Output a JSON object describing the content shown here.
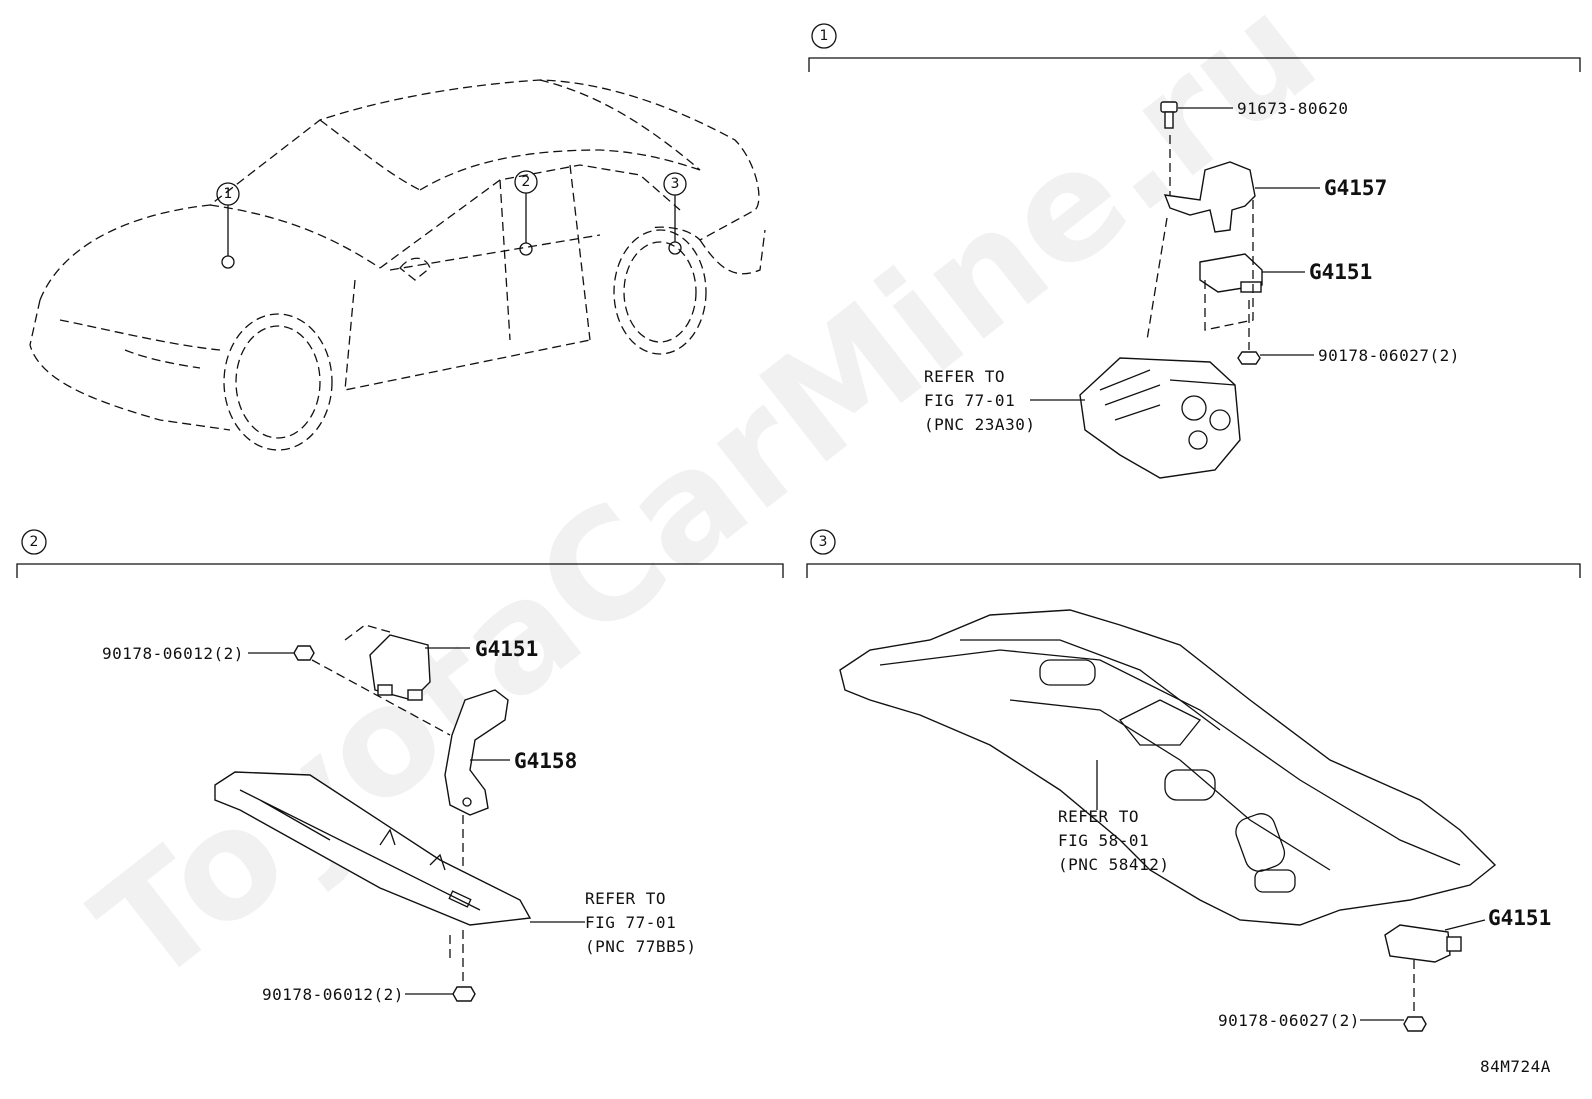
{
  "watermark": "ToyotaCarMine.ru",
  "figure_id": "84M724A",
  "callouts": {
    "c1": "1",
    "c2": "2",
    "c3": "3"
  },
  "panel1": {
    "number": "1",
    "bolt": "91673-80620",
    "code_top": "G4157",
    "code_mid": "G4151",
    "nut": "90178-06027(2)",
    "refer_l1": "REFER TO",
    "refer_l2": "FIG 77-01",
    "refer_l3": "(PNC 23A30)"
  },
  "panel2": {
    "number": "2",
    "nut_top": "90178-06012(2)",
    "code_sensor": "G4151",
    "code_bracket": "G4158",
    "refer_l1": "REFER TO",
    "refer_l2": "FIG 77-01",
    "refer_l3": "(PNC 77BB5)",
    "nut_bottom": "90178-06012(2)"
  },
  "panel3": {
    "number": "3",
    "refer_l1": "REFER TO",
    "refer_l2": "FIG 58-01",
    "refer_l3": "(PNC 58412)",
    "code_sensor": "G4151",
    "nut": "90178-06027(2)"
  }
}
